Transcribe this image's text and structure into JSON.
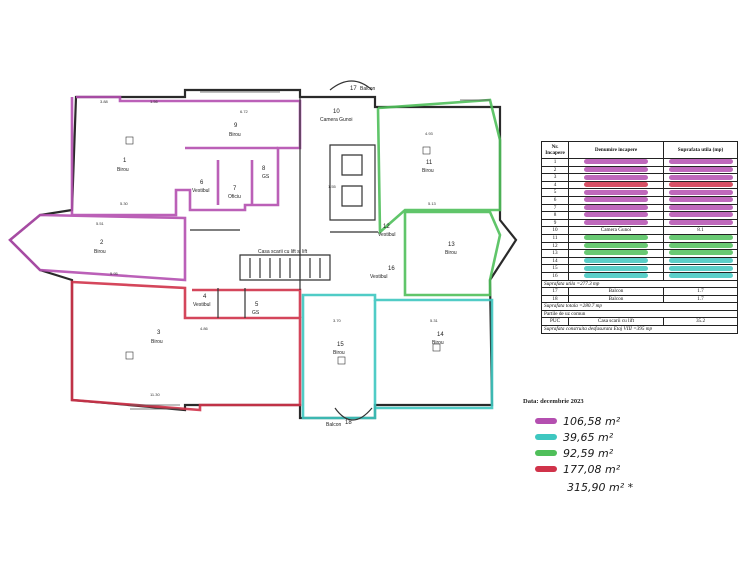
{
  "colors": {
    "magenta": "#b44fb0",
    "cyan": "#3ec7c0",
    "green": "#4fbf5a",
    "red": "#d0334a",
    "wall": "#2a2a2a"
  },
  "rooms": [
    {
      "num": "1",
      "name": "Birou"
    },
    {
      "num": "2",
      "name": "Birou"
    },
    {
      "num": "3",
      "name": "Birou"
    },
    {
      "num": "4",
      "name": "Vestibul"
    },
    {
      "num": "5",
      "name": "GS"
    },
    {
      "num": "6",
      "name": "Vestibul"
    },
    {
      "num": "7",
      "name": "Oficiu"
    },
    {
      "num": "8",
      "name": "GS"
    },
    {
      "num": "9",
      "name": "Birou"
    },
    {
      "num": "10",
      "name": "Camera Gunoi"
    },
    {
      "num": "11",
      "name": "Birou"
    },
    {
      "num": "12",
      "name": "Vestibul"
    },
    {
      "num": "13",
      "name": "Birou"
    },
    {
      "num": "14",
      "name": "Birou"
    },
    {
      "num": "15",
      "name": "Birou"
    },
    {
      "num": "16",
      "name": "Vestibul"
    },
    {
      "num": "17",
      "name": "Balcon"
    },
    {
      "num": "18",
      "name": "Balcon"
    }
  ],
  "stair_label": "Casa scarii cu lift si lift",
  "table": {
    "headers": [
      "Nr. Incapere",
      "Denumire incapere",
      "Suprafata utila (mp)"
    ],
    "rows": [
      {
        "nr": "1",
        "hl": "magenta"
      },
      {
        "nr": "2",
        "hl": "magenta"
      },
      {
        "nr": "3",
        "hl": "magenta"
      },
      {
        "nr": "4",
        "hl": "red"
      },
      {
        "nr": "5",
        "hl": "magenta"
      },
      {
        "nr": "6",
        "hl": "magenta"
      },
      {
        "nr": "7",
        "hl": "magenta"
      },
      {
        "nr": "8",
        "hl": "magenta"
      },
      {
        "nr": "9",
        "hl": "magenta"
      },
      {
        "nr": "10",
        "name": "Camera Gunoi",
        "area": "8.1"
      },
      {
        "nr": "11",
        "hl": "green"
      },
      {
        "nr": "12",
        "hl": "green"
      },
      {
        "nr": "13",
        "hl": "green"
      },
      {
        "nr": "14",
        "hl": "cyan"
      },
      {
        "nr": "15",
        "hl": "cyan"
      },
      {
        "nr": "16",
        "hl": "cyan"
      }
    ],
    "suprafata_utila": "Suprafata utila =277.3 mp",
    "balcony_rows": [
      {
        "nr": "17",
        "name": "Balcon",
        "area": "1.7"
      },
      {
        "nr": "18",
        "name": "Balcon",
        "area": "1.7"
      }
    ],
    "suprafata_totala": "Suprafata totala =280.7 mp",
    "partile_comune": "Partile de uz comun",
    "puc_row": {
      "nr": "PUC",
      "name": "Casa scarii cu lift",
      "area": "35.2"
    },
    "suprafata_construita": "Suprafata construita desfasurata Etaj VIII =395 mp"
  },
  "legend": {
    "date": "Data: decembrie 2023",
    "items": [
      {
        "color": "magenta",
        "value": "106,58 m²"
      },
      {
        "color": "cyan",
        "value": "39,65 m²"
      },
      {
        "color": "green",
        "value": "92,59 m²"
      },
      {
        "color": "red",
        "value": "177,08 m²"
      }
    ],
    "total": "315,90 m² *"
  }
}
